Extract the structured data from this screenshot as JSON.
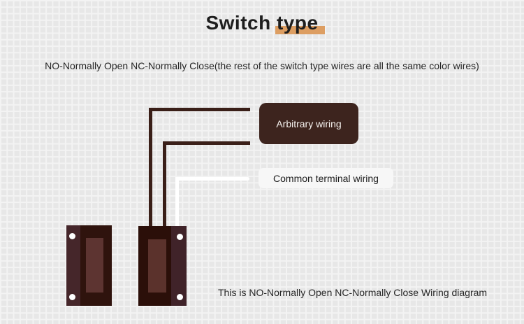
{
  "page": {
    "title_prefix": "Switch ",
    "title_highlight": "type",
    "subtitle": "NO-Normally Open NC-Normally Close(the rest of the switch type wires are all the same color wires)",
    "footer_note": "This is NO-Normally Open NC-Normally Close Wiring diagram"
  },
  "labels": {
    "arbitrary": "Arbitrary wiring",
    "common": "Common terminal wiring"
  },
  "colors": {
    "title_highlight": "#dd9e62",
    "wire_brown": "#3a1f18",
    "wire_white": "#ffffff",
    "arbitrary_box_bg": "#3d241e",
    "arbitrary_box_text": "#f7f3f0",
    "common_box_bg": "#f7f7f7",
    "common_box_text": "#1b1b1b",
    "switch_body": "#2b0f09",
    "switch_plate": "#45262a",
    "switch_slot": "#5d3431",
    "screw": "#ffffff",
    "grid_background": "#e7e7e7",
    "grid_line": "#f3f3f3",
    "text": "#262626"
  }
}
